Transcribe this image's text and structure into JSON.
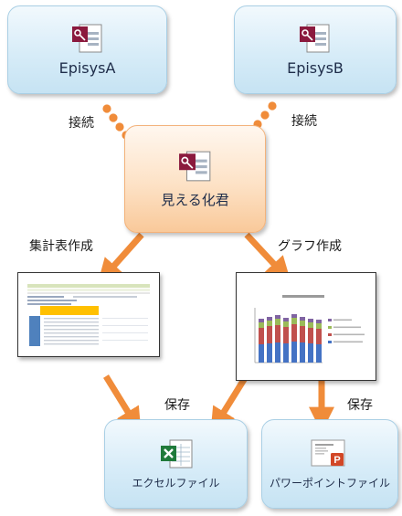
{
  "nodes": {
    "episys_a": {
      "label": "EpisysA",
      "icon": "access-db-icon"
    },
    "episys_b": {
      "label": "EpisysB",
      "icon": "access-db-icon"
    },
    "mierukakun": {
      "label": "見える化君",
      "icon": "access-db-icon"
    },
    "excel_file": {
      "label": "エクセルファイル",
      "icon": "excel-file-icon"
    },
    "ppt_file": {
      "label": "パワーポイントファイル",
      "icon": "powerpoint-file-icon"
    }
  },
  "edges": {
    "connect_a": "接続",
    "connect_b": "接続",
    "aggregate": "集計表作成",
    "graph": "グラフ作成",
    "save_a": "保存",
    "save_b": "保存"
  },
  "thumbnails": {
    "table": {
      "icon": "spreadsheet-thumbnail"
    },
    "graph": {
      "icon": "stacked-bar-chart-thumbnail"
    }
  },
  "colors": {
    "arrow": "#f08c3a",
    "blue_fill": "#d7ecf8",
    "orange_fill": "#fde2c6",
    "table_highlight": "#ffc000",
    "chart_series": [
      "#4472c4",
      "#c0504d",
      "#9bbb59",
      "#8064a2"
    ]
  }
}
